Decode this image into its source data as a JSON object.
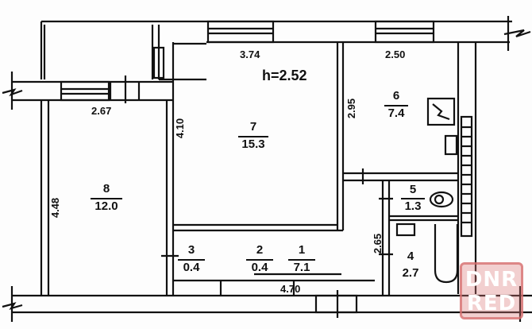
{
  "plan": {
    "ceiling_height": "h=2.52",
    "rooms": [
      {
        "number": "1",
        "area": "7.1"
      },
      {
        "number": "2",
        "area": "0.4"
      },
      {
        "number": "3",
        "area": "0.4"
      },
      {
        "number": "4",
        "area": "2.7"
      },
      {
        "number": "5",
        "area": "1.3"
      },
      {
        "number": "6",
        "area": "7.4"
      },
      {
        "number": "7",
        "area": "15.3"
      },
      {
        "number": "8",
        "area": "12.0"
      }
    ],
    "dimensions": {
      "room7_width": "3.74",
      "room6_width": "2.50",
      "room8_width": "2.67",
      "room7_depth": "4.10",
      "room6_depth": "2.95",
      "room8_depth": "4.48",
      "bath_depth": "2.65",
      "hall_width": "4.70"
    },
    "colors": {
      "line": "#111111",
      "watermark": "#d66e6e"
    }
  },
  "watermark": {
    "line1": "DNR",
    "line2": "RED"
  }
}
